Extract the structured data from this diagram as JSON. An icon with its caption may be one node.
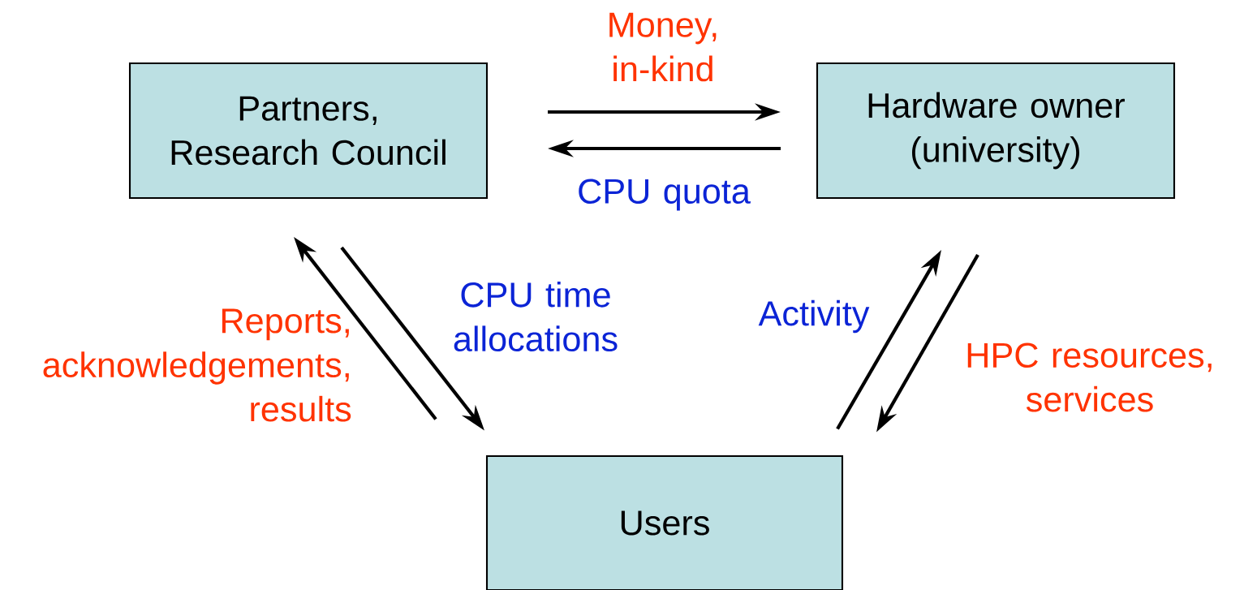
{
  "diagram": {
    "nodes": [
      {
        "text": [
          "Partners, Research Council"
        ]
      },
      {
        "text": [
          "Hardware owner (university)"
        ]
      },
      {
        "text": [
          "Users"
        ]
      }
    ],
    "edges": [
      {
        "from": 0,
        "to": 1,
        "arrow": "to",
        "label": "Money, in-kind"
      },
      {
        "from": 1,
        "to": 0,
        "arrow": "to",
        "label": "CPU quota"
      },
      {
        "from": 2,
        "to": 0,
        "arrow": "to",
        "label": "Reports, acknowledgements, results"
      },
      {
        "from": 0,
        "to": 2,
        "arrow": "to",
        "label": "CPU time allocations"
      },
      {
        "from": 2,
        "to": 1,
        "arrow": "to",
        "label": "Activity"
      },
      {
        "from": 1,
        "to": 2,
        "arrow": "to",
        "label": "HPC resources, services"
      }
    ]
  }
}
